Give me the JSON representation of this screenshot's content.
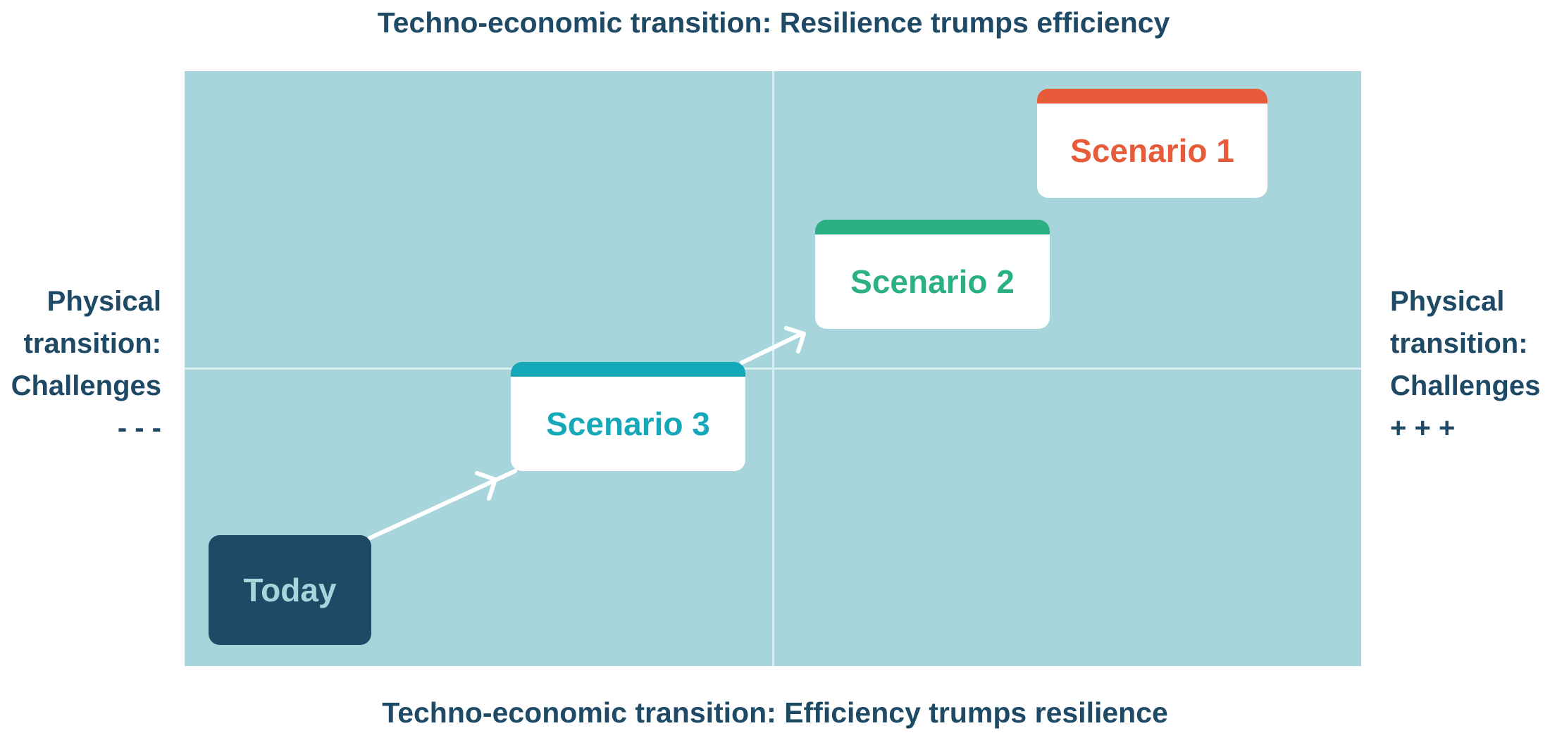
{
  "axes": {
    "top": "Techno-economic transition: Resilience trumps efficiency",
    "bottom": "Techno-economic transition: Efficiency trumps resilience",
    "left": "Physical\ntransition:\nChallenges\n- - -",
    "right": "Physical\ntransition:\nChallenges\n+ + +"
  },
  "nodes": {
    "today": {
      "label": "Today"
    },
    "scenario3": {
      "label": "Scenario 3",
      "color": "#14a8b8"
    },
    "scenario2": {
      "label": "Scenario 2",
      "color": "#2bb083"
    },
    "scenario1": {
      "label": "Scenario 1",
      "color": "#e85b3a"
    }
  },
  "colors": {
    "background": "#a7d5db",
    "text": "#1f4a66",
    "divider": "#d7eef1",
    "arrow": "#ffffff"
  }
}
